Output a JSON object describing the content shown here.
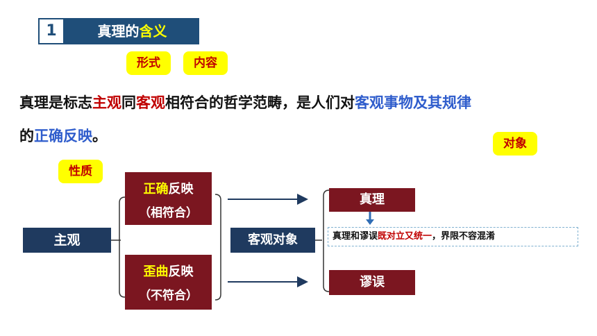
{
  "section": {
    "number": "1",
    "title_a": "真理的",
    "title_b": "含义"
  },
  "tags": {
    "form": "形式",
    "content": "内容",
    "object": "对象",
    "nature": "性质"
  },
  "definition": {
    "p1": "真理是标志",
    "w1": "主观",
    "p2": "同",
    "w2": "客观",
    "p3": "相符合的哲学范畴，是人们对",
    "w3": "客观事物及其规律",
    "p4": "的",
    "w4": "正确反映",
    "p5": "。"
  },
  "diagram": {
    "subjective": "主观",
    "correct": {
      "a": "正确",
      "b": "反映",
      "c": "（相符合）"
    },
    "distorted": {
      "a": "歪曲",
      "b": "反映",
      "c": "（不符合）"
    },
    "object": "客观对象",
    "truth": "真理",
    "error": "谬误",
    "note": {
      "a": "真理和谬误",
      "b": "既对立又统一",
      "c": "，界限不容混淆"
    }
  },
  "colors": {
    "navy": "#1f3a5f",
    "maroon": "#7b1620",
    "tag": "#ffff00",
    "red": "#c00000",
    "blue": "#2f5dcc"
  }
}
